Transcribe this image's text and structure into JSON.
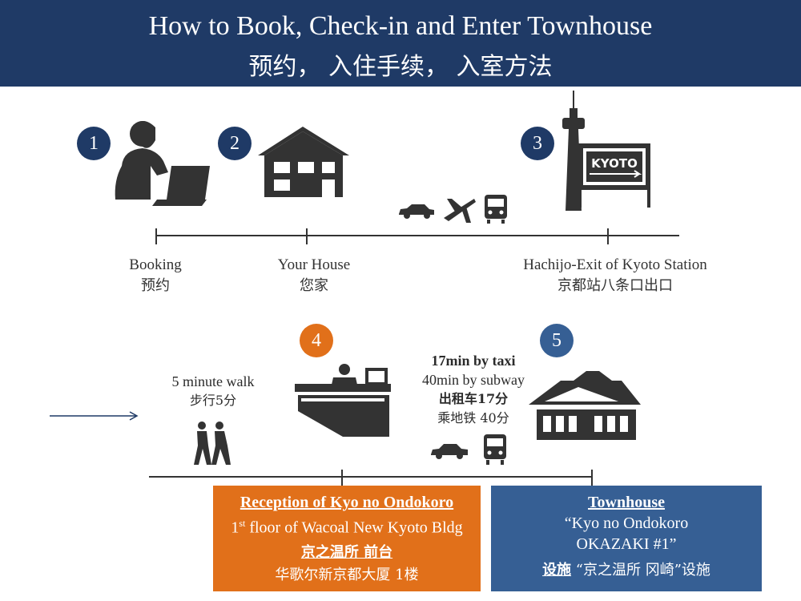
{
  "header": {
    "title_en": "How to Book, Check-in and Enter Townhouse",
    "title_zh": "预约， 入住手续， 入室方法"
  },
  "steps": {
    "s1": "1",
    "s2": "2",
    "s3": "3",
    "s4": "4",
    "s5": "5"
  },
  "timeline1": {
    "booking_en": "Booking",
    "booking_zh": "预约",
    "house_en": "Your House",
    "house_zh": "您家",
    "station_en": "Hachijo-Exit of Kyoto Station",
    "station_zh": "京都站八条口出口",
    "sign_text": "KYOTO"
  },
  "timeline2": {
    "walk_en": "5 minute walk",
    "walk_zh": "步行5分",
    "taxi_en": "17min by taxi",
    "subway_en": "40min by subway",
    "taxi_zh": "出租车17分",
    "subway_zh": "乘地铁 40分"
  },
  "reception": {
    "title": "Reception of Kyo no Ondokoro",
    "floor_sup": "st",
    "floor_prefix": "1",
    "floor_rest": " floor of Wacoal New Kyoto Bldg",
    "zh_title": "京之温所 前台",
    "zh_bldg": "华歌尔新京都大厦 1楼"
  },
  "townhouse": {
    "title": "Townhouse",
    "line1": "“Kyo no Ondokoro",
    "line2": "OKAZAKI #1”",
    "zh_label": "设施",
    "zh_rest": " “京之温所 冈崎”设施"
  },
  "colors": {
    "navy": "#1f3a66",
    "orange": "#e1701a",
    "blue": "#365f94"
  }
}
